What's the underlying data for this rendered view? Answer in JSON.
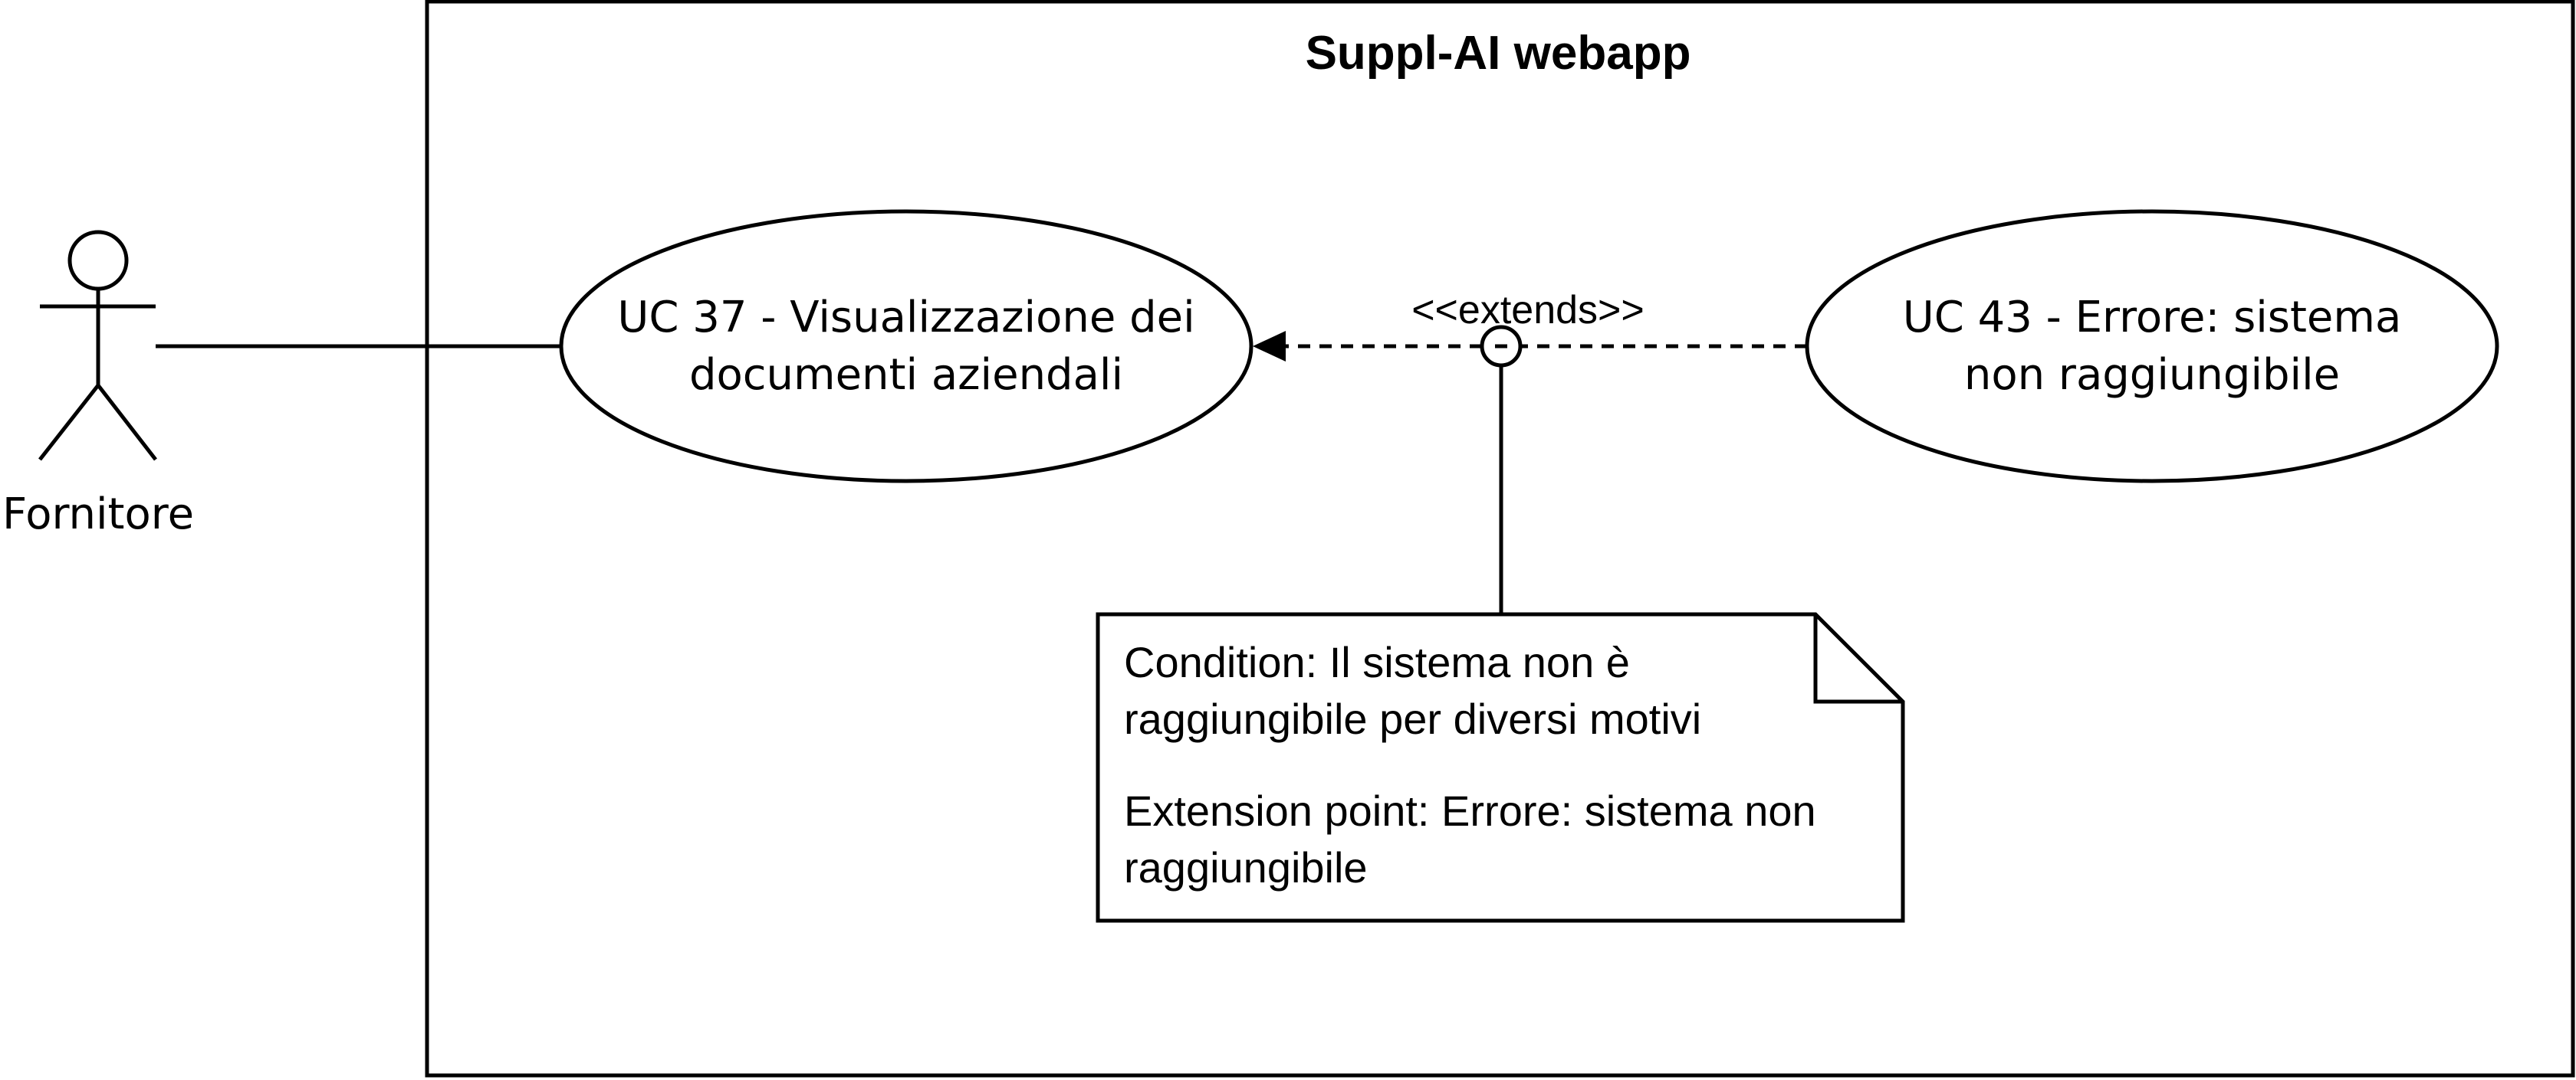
{
  "system": {
    "title": "Suppl-AI webapp"
  },
  "actor": {
    "name": "Fornitore"
  },
  "use_cases": {
    "uc37": {
      "line1": "UC 37 - Visualizzazione dei",
      "line2": "documenti aziendali"
    },
    "uc43": {
      "line1": "UC 43 - Errore: sistema",
      "line2": "non raggiungibile"
    }
  },
  "relation": {
    "stereotype": "<<extends>>"
  },
  "note": {
    "condition_line1": "Condition: Il sistema non è",
    "condition_line2": "raggiungibile per diversi motivi",
    "extension_line1": "Extension point: Errore: sistema non",
    "extension_line2": "raggiungibile"
  },
  "colors": {
    "stroke": "#000000",
    "background": "#ffffff"
  }
}
